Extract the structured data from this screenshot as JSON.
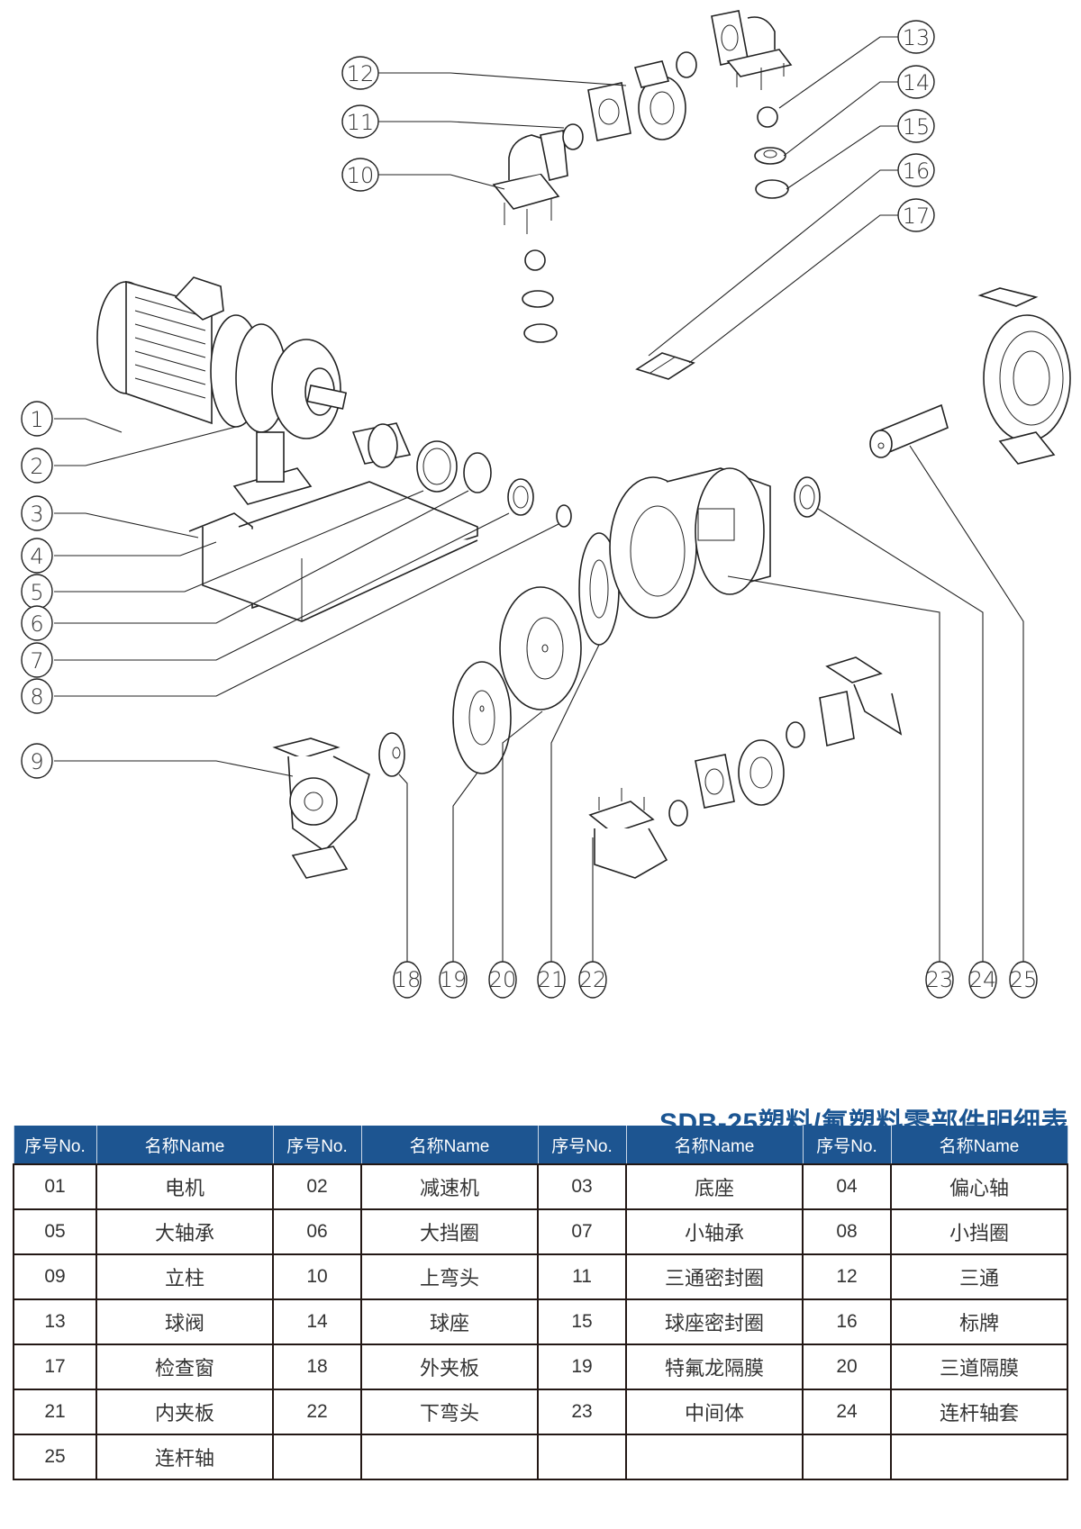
{
  "diagram": {
    "title": "SDB-25 exploded view",
    "callouts": [
      {
        "n": "1"
      },
      {
        "n": "2"
      },
      {
        "n": "3"
      },
      {
        "n": "4"
      },
      {
        "n": "5"
      },
      {
        "n": "6"
      },
      {
        "n": "7"
      },
      {
        "n": "8"
      },
      {
        "n": "9"
      },
      {
        "n": "10"
      },
      {
        "n": "11"
      },
      {
        "n": "12"
      },
      {
        "n": "13"
      },
      {
        "n": "14"
      },
      {
        "n": "15"
      },
      {
        "n": "16"
      },
      {
        "n": "17"
      },
      {
        "n": "18"
      },
      {
        "n": "19"
      },
      {
        "n": "20"
      },
      {
        "n": "21"
      },
      {
        "n": "22"
      },
      {
        "n": "23"
      },
      {
        "n": "24"
      },
      {
        "n": "25"
      }
    ]
  },
  "table": {
    "title": "SDB-25塑料/氟塑料零部件明细表",
    "headers": [
      "序号No.",
      "名称Name",
      "序号No.",
      "名称Name",
      "序号No.",
      "名称Name",
      "序号No.",
      "名称Name"
    ],
    "rows": [
      [
        "01",
        "电机",
        "02",
        "减速机",
        "03",
        "底座",
        "04",
        "偏心轴"
      ],
      [
        "05",
        "大轴承",
        "06",
        "大挡圈",
        "07",
        "小轴承",
        "08",
        "小挡圈"
      ],
      [
        "09",
        "立柱",
        "10",
        "上弯头",
        "11",
        "三通密封圈",
        "12",
        "三通"
      ],
      [
        "13",
        "球阀",
        "14",
        "球座",
        "15",
        "球座密封圈",
        "16",
        "标牌"
      ],
      [
        "17",
        "检查窗",
        "18",
        "外夹板",
        "19",
        "特氟龙隔膜",
        "20",
        "三道隔膜"
      ],
      [
        "21",
        "内夹板",
        "22",
        "下弯头",
        "23",
        "中间体",
        "24",
        "连杆轴套"
      ],
      [
        "25",
        "连杆轴",
        "",
        "",
        "",
        "",
        "",
        ""
      ]
    ]
  },
  "colors": {
    "header_bg": "#1d5591",
    "title_text": "#1b5592",
    "grid_line": "#231815"
  }
}
